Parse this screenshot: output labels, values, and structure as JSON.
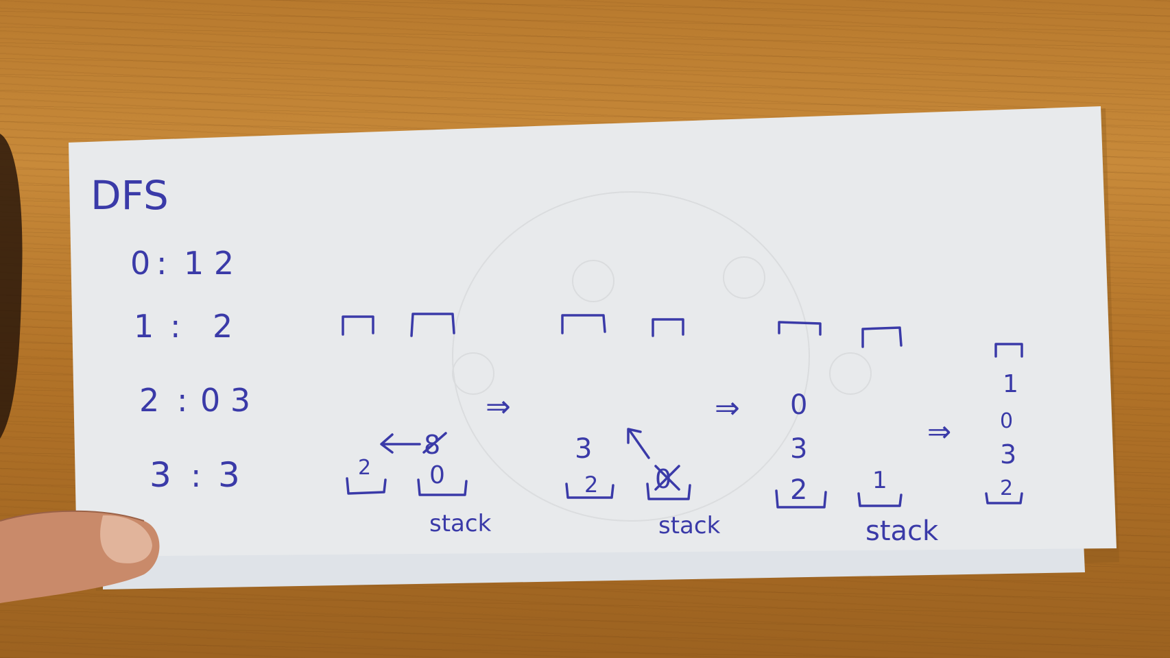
{
  "title": "DFS",
  "adjacency": [
    {
      "node": "0",
      "neighbors": "1 2"
    },
    {
      "node": "1",
      "neighbors": "2"
    },
    {
      "node": "2",
      "neighbors": "0 3"
    },
    {
      "node": "3",
      "neighbors": "3"
    }
  ],
  "stack_label": "stack",
  "arrow_symbol": "⇒",
  "step1": {
    "left_stack": [
      "2"
    ],
    "right_stack": [
      "0"
    ],
    "crossed": "8"
  },
  "step2": {
    "left_stack": [
      "2",
      "3"
    ],
    "crossed": "0"
  },
  "step3": {
    "left_stack": [
      "2",
      "3",
      "0"
    ],
    "right_stack": [
      "1"
    ]
  },
  "final_stack": [
    "2",
    "3",
    "0",
    "1"
  ],
  "colors": {
    "ink": "#3a3aa8",
    "paper": "#e8eaec",
    "wood": "#b87a2e"
  }
}
